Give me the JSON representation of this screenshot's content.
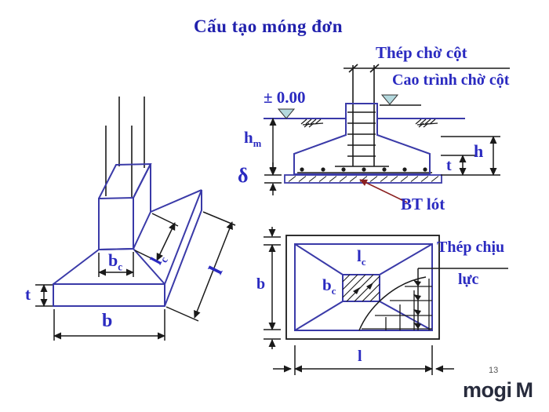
{
  "slide": {
    "title": "Cấu tạo móng đơn",
    "page_number": "13"
  },
  "watermark": {
    "text": "mogi",
    "suffix": "M"
  },
  "colors": {
    "label_blue": "#2a2ac0",
    "line_blue": "#3a3aa8",
    "line_black": "#1a1a1a",
    "elevation_marker_fill": "#b4d9de",
    "callout_arrow_red": "#8b2020",
    "logo_navy": "#272b3c"
  },
  "iso_view": {
    "labels": {
      "bc_main": "b",
      "bc_sub": "c",
      "lc_main": "l",
      "lc_sub": "c",
      "l": "l",
      "b": "b",
      "t": "t"
    }
  },
  "section_view": {
    "labels": {
      "rebar_callout": "Thép chờ cột",
      "elevation_callout": "Cao trình chờ cột",
      "level": "± 0.00",
      "hm_main": "h",
      "hm_sub": "m",
      "delta": "δ",
      "t": "t",
      "h": "h",
      "lining_callout": "BT lót"
    }
  },
  "plan_view": {
    "labels": {
      "lc_main": "l",
      "lc_sub": "c",
      "bc_main": "b",
      "bc_sub": "c",
      "b": "b",
      "l": "l",
      "rebar_callout_line1": "Thép chịu",
      "rebar_callout_line2": "lực"
    }
  }
}
